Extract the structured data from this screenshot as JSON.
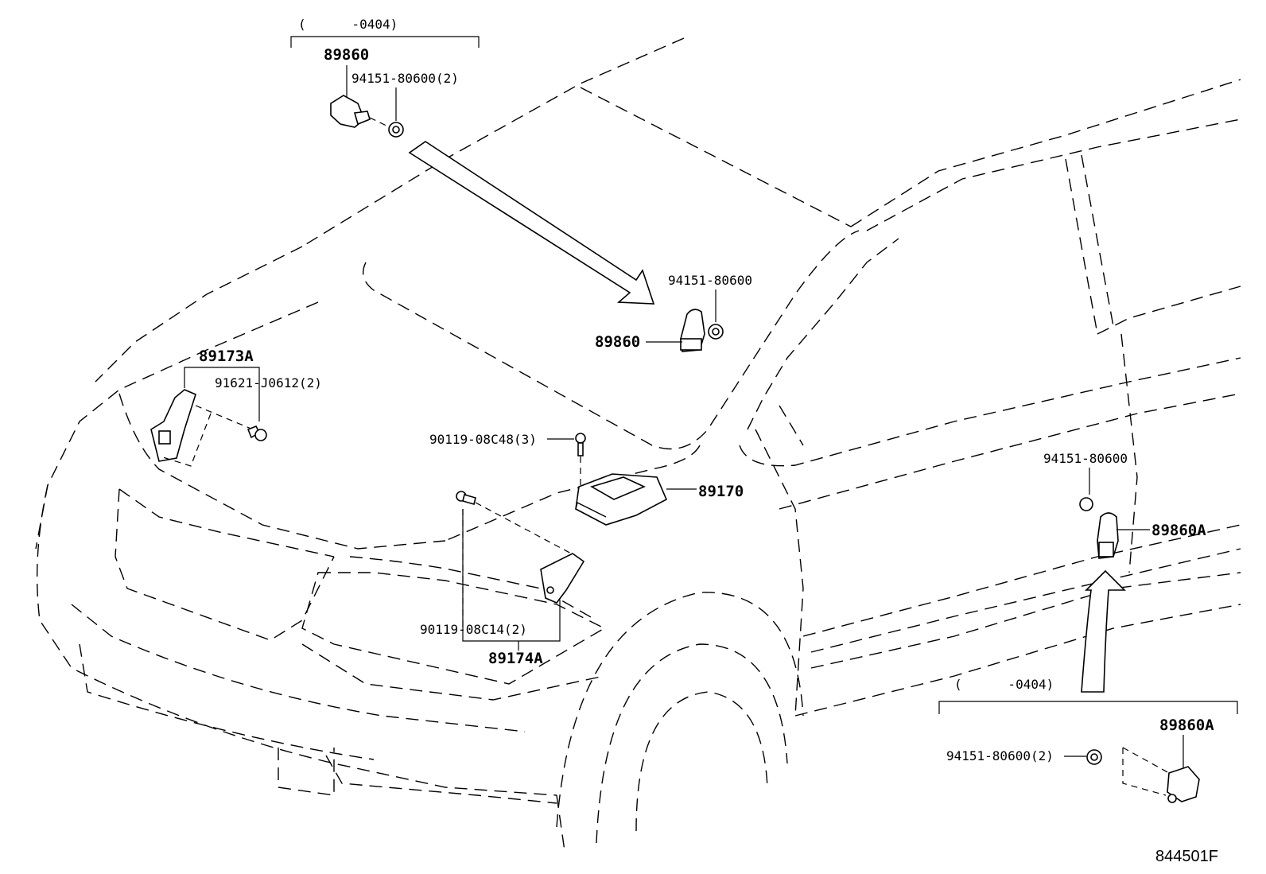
{
  "labels": {
    "top_range": "(      -0404)",
    "top_part": "89860",
    "top_nut": "94151-80600(2)",
    "mid_nut": "94151-80600",
    "mid_part": "89860",
    "left_bracket": "89173A",
    "left_bolt": "91621-J0612(2)",
    "ecu_bolt": "90119-08C48(3)",
    "ecu": "89170",
    "lower_bolts": "90119-08C14(2)",
    "lower_bracket": "89174A",
    "right_nut": "94151-80600",
    "right_part": "89860A",
    "br_range": "(      -0404)",
    "br_part": "89860A",
    "br_nut": "94151-80600(2)",
    "diagram_id": "844501F"
  }
}
